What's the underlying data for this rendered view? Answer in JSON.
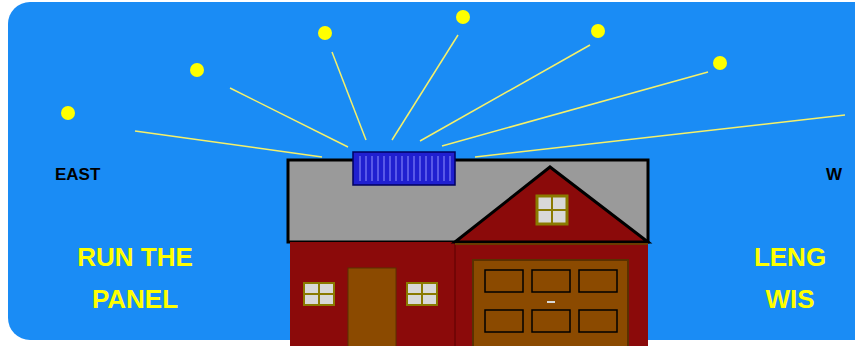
{
  "diagram": {
    "labels": [
      "EAST",
      "W",
      "RUN THE PANEL",
      "LENG WIS"
    ]
  }
}
